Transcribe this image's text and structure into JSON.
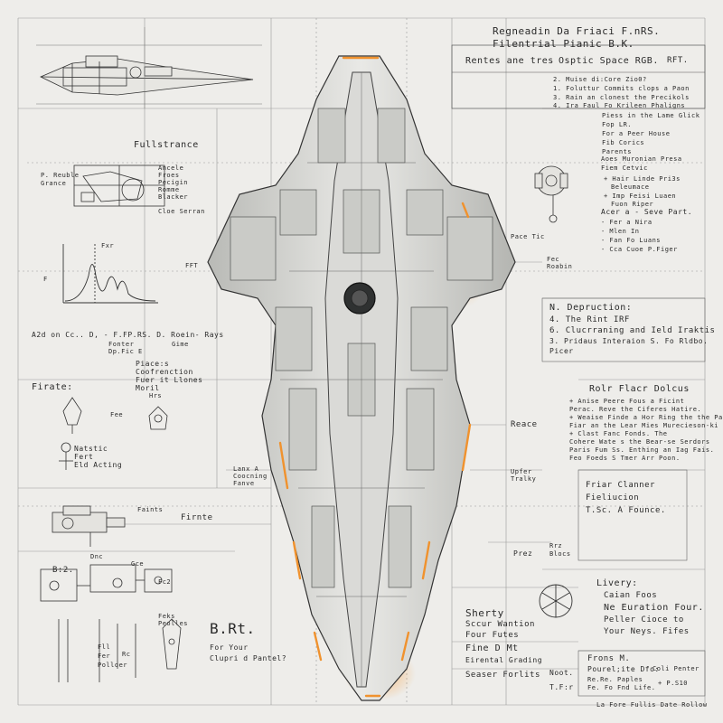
{
  "header": {
    "title_line1": "Regneadin Da Friaci F.nRS.",
    "title_line2": "Filentrial Pianic B.K.",
    "spec_title": "Rentes ane tres",
    "spec_subtitle": "Osptic Space RGB.",
    "spec_ref": "RFT.",
    "spec_list": [
      "2. Muise di:Core Zio0?",
      "1. Foluttur Commits clops a Paon",
      "3. Rain an clonest the Precikols",
      "4. Ira Faul Fo Krileen Phaligns"
    ]
  },
  "left": {
    "fullstrance_label": "Fullstrance",
    "plan_notes_left": [
      "P. Reuble",
      "Grance"
    ],
    "plan_notes_right": [
      "Ancele",
      "Froes",
      "Pecigin",
      "Romme",
      "Blacker"
    ],
    "plan_note_bottom": "Cloe Serran",
    "graph_top": "Fxr",
    "graph_side_left": "F",
    "graph_side_right": "FFT",
    "graph_caption": "A2d on Cc.. D, - F.FP.RS.  D.   Roein- Rays",
    "graph_caption_sub": [
      "Fonter",
      "Dp.Fic E"
    ],
    "graph_caption_sub2": [
      "Gime"
    ],
    "piace_notes": [
      "Piace:s",
      "Coofrenction",
      "Fuer it Llones",
      "Moril"
    ],
    "piace_small": "Hrs",
    "firate_label": "Firate:",
    "firate_side": "Fee",
    "natstic_notes": [
      "Natstic",
      "Fert",
      "Eld Acting"
    ],
    "firnte_label": "Firnte",
    "parts_label": "Faints",
    "b2_label": "B:2.",
    "b2_small": [
      "Gce",
      "Fc2",
      "Dnc"
    ],
    "brt_title": "B.Rt.",
    "brt_sub": [
      "For Your",
      "Clupri d Pantel?"
    ],
    "small_labels": [
      "Fll",
      "Fer",
      "Rc",
      "Polloer",
      "Feks",
      "Peolles"
    ]
  },
  "center": {
    "labels": [
      "Lanx A",
      "Coocning",
      "Fanve",
      "Pace Tic",
      "Fec",
      "Roabin",
      "Reace",
      "Upfer",
      "Tralky",
      "Prez",
      "Rrz",
      "Blocs"
    ]
  },
  "right": {
    "notes_top": [
      "Piess in the Lame Glick",
      "Fop LR.",
      "For a Peer House",
      "Fib Corics",
      "Parents"
    ],
    "aders_block": [
      "Aoes Muronian Presa",
      "Fiem Cetvic",
      "+ Hair Linde Pri3s",
      "Beleumace",
      "+ Imp Feisi Luaen",
      "Fuon Riper"
    ],
    "acer_block": [
      "Acer a - Seve Part.",
      "- Fer a Nira",
      "- Mlen In",
      "- Fan Fo Luans",
      "- Cca Cuoe P.Figer"
    ],
    "deduction_title": "N. Depruction:",
    "deduction_list": [
      "4. The Rint IRF",
      "6. Clucrraning and Ield Iraktis",
      "3. Pridaus Interaion S. Fo Rldbo.",
      "   Picer"
    ],
    "rolr_title": "Rolr Flacr Dolcus",
    "rolr_lines": [
      "+ Anise Peere Fous a Ficint",
      "Perac. Reve the Ciferes Hatire.",
      "+ Weaise Finde a Hor Ring the the Pasis.",
      "Fiar an the Lear Mies Murecieson-ki",
      "+ Clast Fanc Fonds. The",
      "Cohere Wate s the Bear-se Serdors",
      "Paris Fum Ss. Enthing an Iag Fais.",
      "Feo Foeds S Tmer Arr Poon."
    ],
    "friar_block": [
      "Friar Clanner",
      "Fieliucion",
      "T.Sc. A Founce."
    ],
    "livery_title": "Livery:",
    "livery_lines": [
      "Caian Foos",
      "Ne Euration Four.",
      "Peller Cioce to",
      "Your Neys. Fifes"
    ],
    "bottom_block": [
      "Sherty",
      "Sccur Wantion",
      "Four Futes",
      "Fine D Mt",
      "Eirental Grading",
      "Seaser Forlits"
    ],
    "noot_labels": [
      "Noot.",
      "T.F:r"
    ],
    "frons_block": [
      "Frons M.",
      "Pourel;ite Dfo:",
      "Re.Re. Paples",
      "Fe. Fo Fnd Life."
    ],
    "coll_label": "Coli Penter",
    "ps_label": "+ P.S10",
    "footer": "La Fore Fullis Date Rollow"
  },
  "colors": {
    "paper": "#eeedea",
    "ink": "#2a2a2a",
    "hull": "#cfd0cc",
    "glow": "#f0922e"
  }
}
